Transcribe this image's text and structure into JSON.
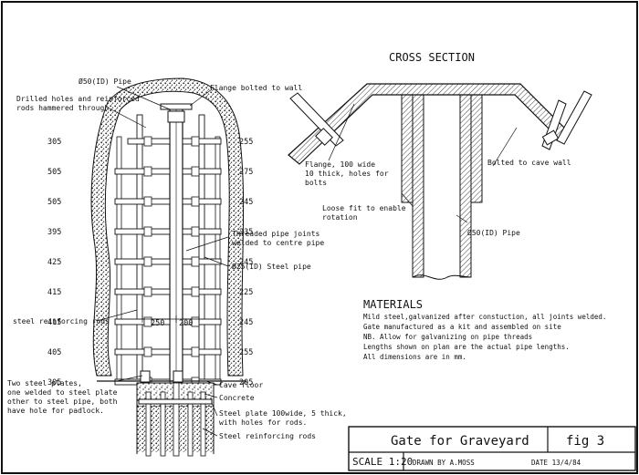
{
  "labels": {
    "pipe_top": "Ø50(ID) Pipe",
    "drilled_1": "Drilled holes  and reinforced",
    "drilled_2": "rods  hammered  through.",
    "flange_wall": "Flange bolted to wall",
    "threaded_1": "Threaded pipe joints",
    "threaded_2": "welded to centre pipe",
    "steel_pipe": "Ø25(ID) Steel pipe",
    "steel_rods": "steel reinforcing rods",
    "dim_250": "250",
    "dim_200": "200",
    "cave_floor": "Cave floor",
    "concrete": "Concrete",
    "plate2_1": "Steel plate 100wide, 5 thick,",
    "plate2_2": "with holes for rods.",
    "rods_bottom": "Steel reinforcing rods",
    "plates_1": "Two steel plates,",
    "plates_2": "one welded to steel plate",
    "plates_3": "other to steel pipe, both",
    "plates_4": "have hole for padlock."
  },
  "left_dims": [
    "305",
    "505",
    "505",
    "395",
    "425",
    "415",
    "415",
    "405",
    "305"
  ],
  "right_dims": [
    "255",
    "275",
    "245",
    "235",
    "245",
    "225",
    "245",
    "255",
    "205"
  ],
  "cross_section": {
    "title": "CROSS  SECTION",
    "flange_1": "Flange, 100 wide",
    "flange_2": "10 thick, holes for",
    "flange_3": "bolts",
    "bolted": "Bolted to cave wall",
    "loose_1": "Loose fit to enable",
    "loose_2": "rotation",
    "pipe": "Ø50(ID) Pipe"
  },
  "materials": {
    "title": "MATERIALS",
    "lines": [
      "Mild steel,galvanized after constuction, all joints welded.",
      "Gate manufactured as a kit and assembled on site",
      "NB. Allow  for galvanizing on pipe threads",
      "Lengths  shown on plan are the actual pipe lengths.",
      "All dimensions  are in mm."
    ]
  },
  "title_block": {
    "title": "Gate   for  Graveyard",
    "fig": "fig   3",
    "scale": "SCALE  1:20",
    "drawn": "DRAWN  BY  A.MOSS",
    "date": "DATE  13/4/84"
  }
}
